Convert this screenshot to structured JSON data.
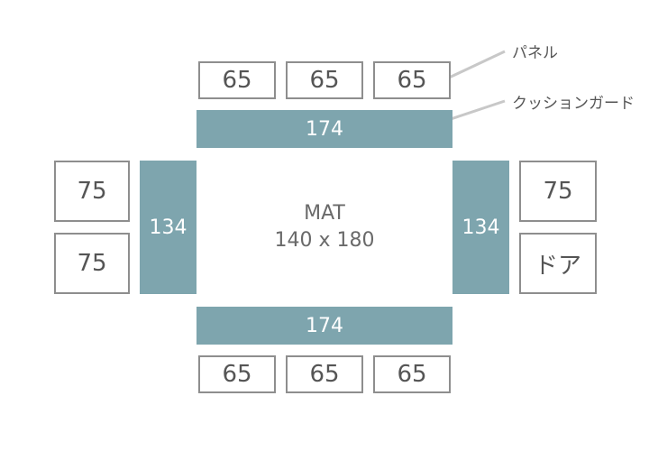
{
  "diagram": {
    "labels": {
      "panel": "パネル",
      "cushion_guard": "クッションガード"
    },
    "mat": {
      "title": "MAT",
      "size": "140 x 180"
    },
    "top_panels": [
      "65",
      "65",
      "65"
    ],
    "bottom_panels": [
      "65",
      "65",
      "65"
    ],
    "top_guard": "174",
    "bottom_guard": "174",
    "left_guard": "134",
    "right_guard": "134",
    "left_panels": [
      "75",
      "75"
    ],
    "right_panels": [
      "75",
      "ドア"
    ]
  },
  "colors": {
    "guard": "#7ea5ae",
    "panel_border": "#8e8e8e",
    "leader_line": "#c8c8c8"
  }
}
